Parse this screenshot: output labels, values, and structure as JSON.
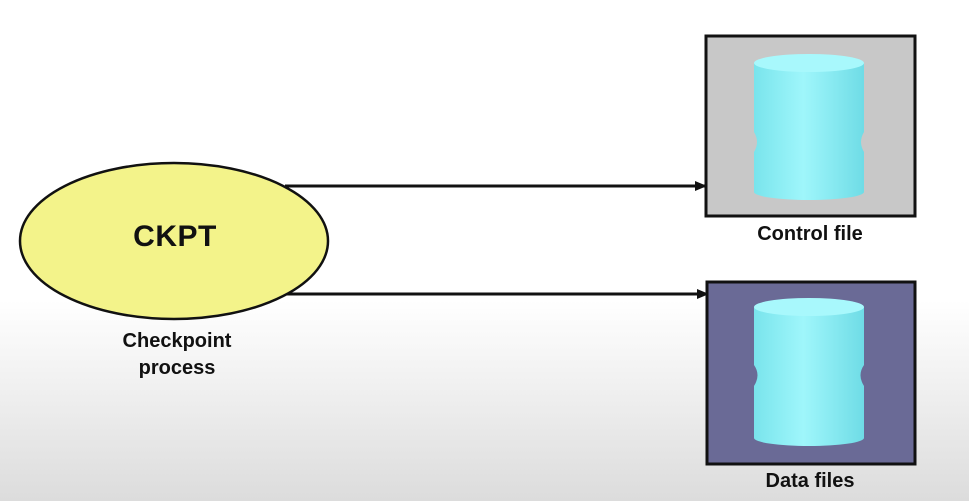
{
  "process": {
    "short_name": "CKPT",
    "caption_line1": "Checkpoint",
    "caption_line2": "process"
  },
  "targets": {
    "control_file": {
      "label": "Control file",
      "panel_color": "#c8c8c8"
    },
    "data_files": {
      "label": "Data files",
      "panel_color": "#6a6a96"
    }
  },
  "colors": {
    "ellipse_fill": "#f3f38a",
    "cylinder_fill": "#8ff0f6",
    "arrow": "#111111"
  }
}
